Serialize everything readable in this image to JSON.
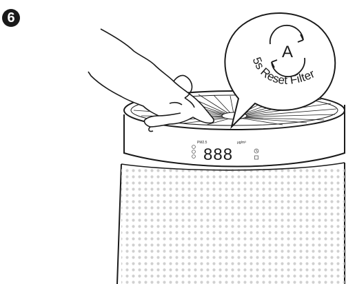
{
  "step": {
    "number": "6"
  },
  "callout": {
    "icon_letter": "A",
    "label": "5s Reset Filter"
  },
  "display": {
    "pm_label": "PM2.5",
    "unit_label": "μg/m³",
    "digits": "888"
  },
  "colors": {
    "line": "#1a1a1a",
    "device_body": "#ffffff",
    "mesh_dot": "#d0d0d0",
    "indicator": "#555555"
  }
}
